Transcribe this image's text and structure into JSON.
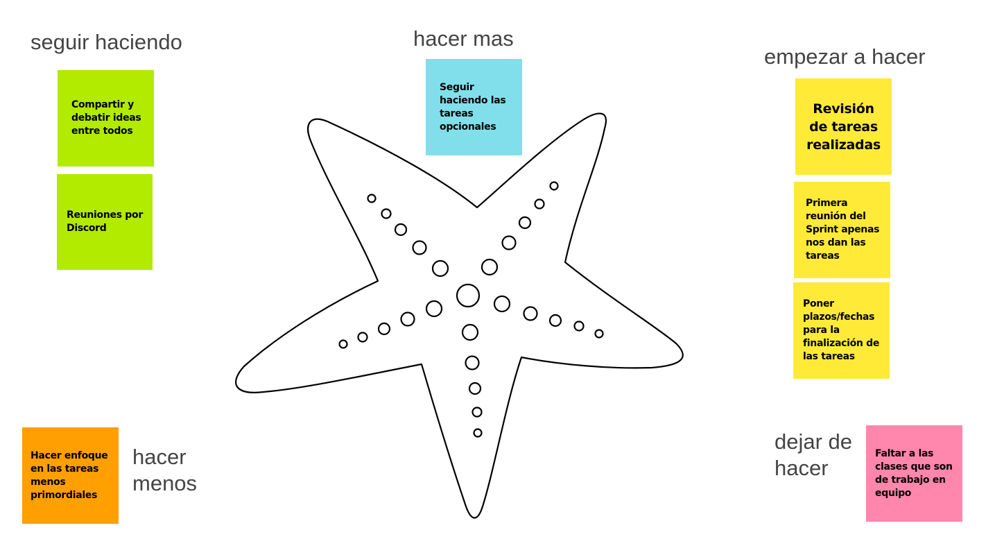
{
  "board": {
    "colors": {
      "green": "#b2ea00",
      "cyan": "#80dfea",
      "yellow": "#ffea38",
      "orange": "#ff9f00",
      "pink": "#ff86ad",
      "title": "#444444",
      "outline": "#000000"
    },
    "centerpiece": "starfish-outline-illustration"
  },
  "sections": {
    "seguir_haciendo": {
      "title": "seguir haciendo",
      "notes": [
        "Compartir y debatir ideas entre todos",
        "Reuniones por Discord"
      ]
    },
    "hacer_mas": {
      "title": "hacer mas",
      "notes": [
        "Seguir haciendo las tareas opcionales"
      ]
    },
    "empezar_a_hacer": {
      "title": "empezar a hacer",
      "notes": [
        "Revisión de tareas realizadas",
        "Primera reunión del Sprint apenas nos dan las tareas",
        "Poner plazos/fechas para la finalización de las tareas"
      ]
    },
    "hacer_menos": {
      "title_line1": "hacer",
      "title_line2": "menos",
      "notes": [
        "Hacer enfoque en las tareas menos primordiales"
      ]
    },
    "dejar_de_hacer": {
      "title_line1": "dejar de",
      "title_line2": "hacer",
      "notes": [
        "Faltar a las clases que son de trabajo en equipo"
      ]
    }
  }
}
